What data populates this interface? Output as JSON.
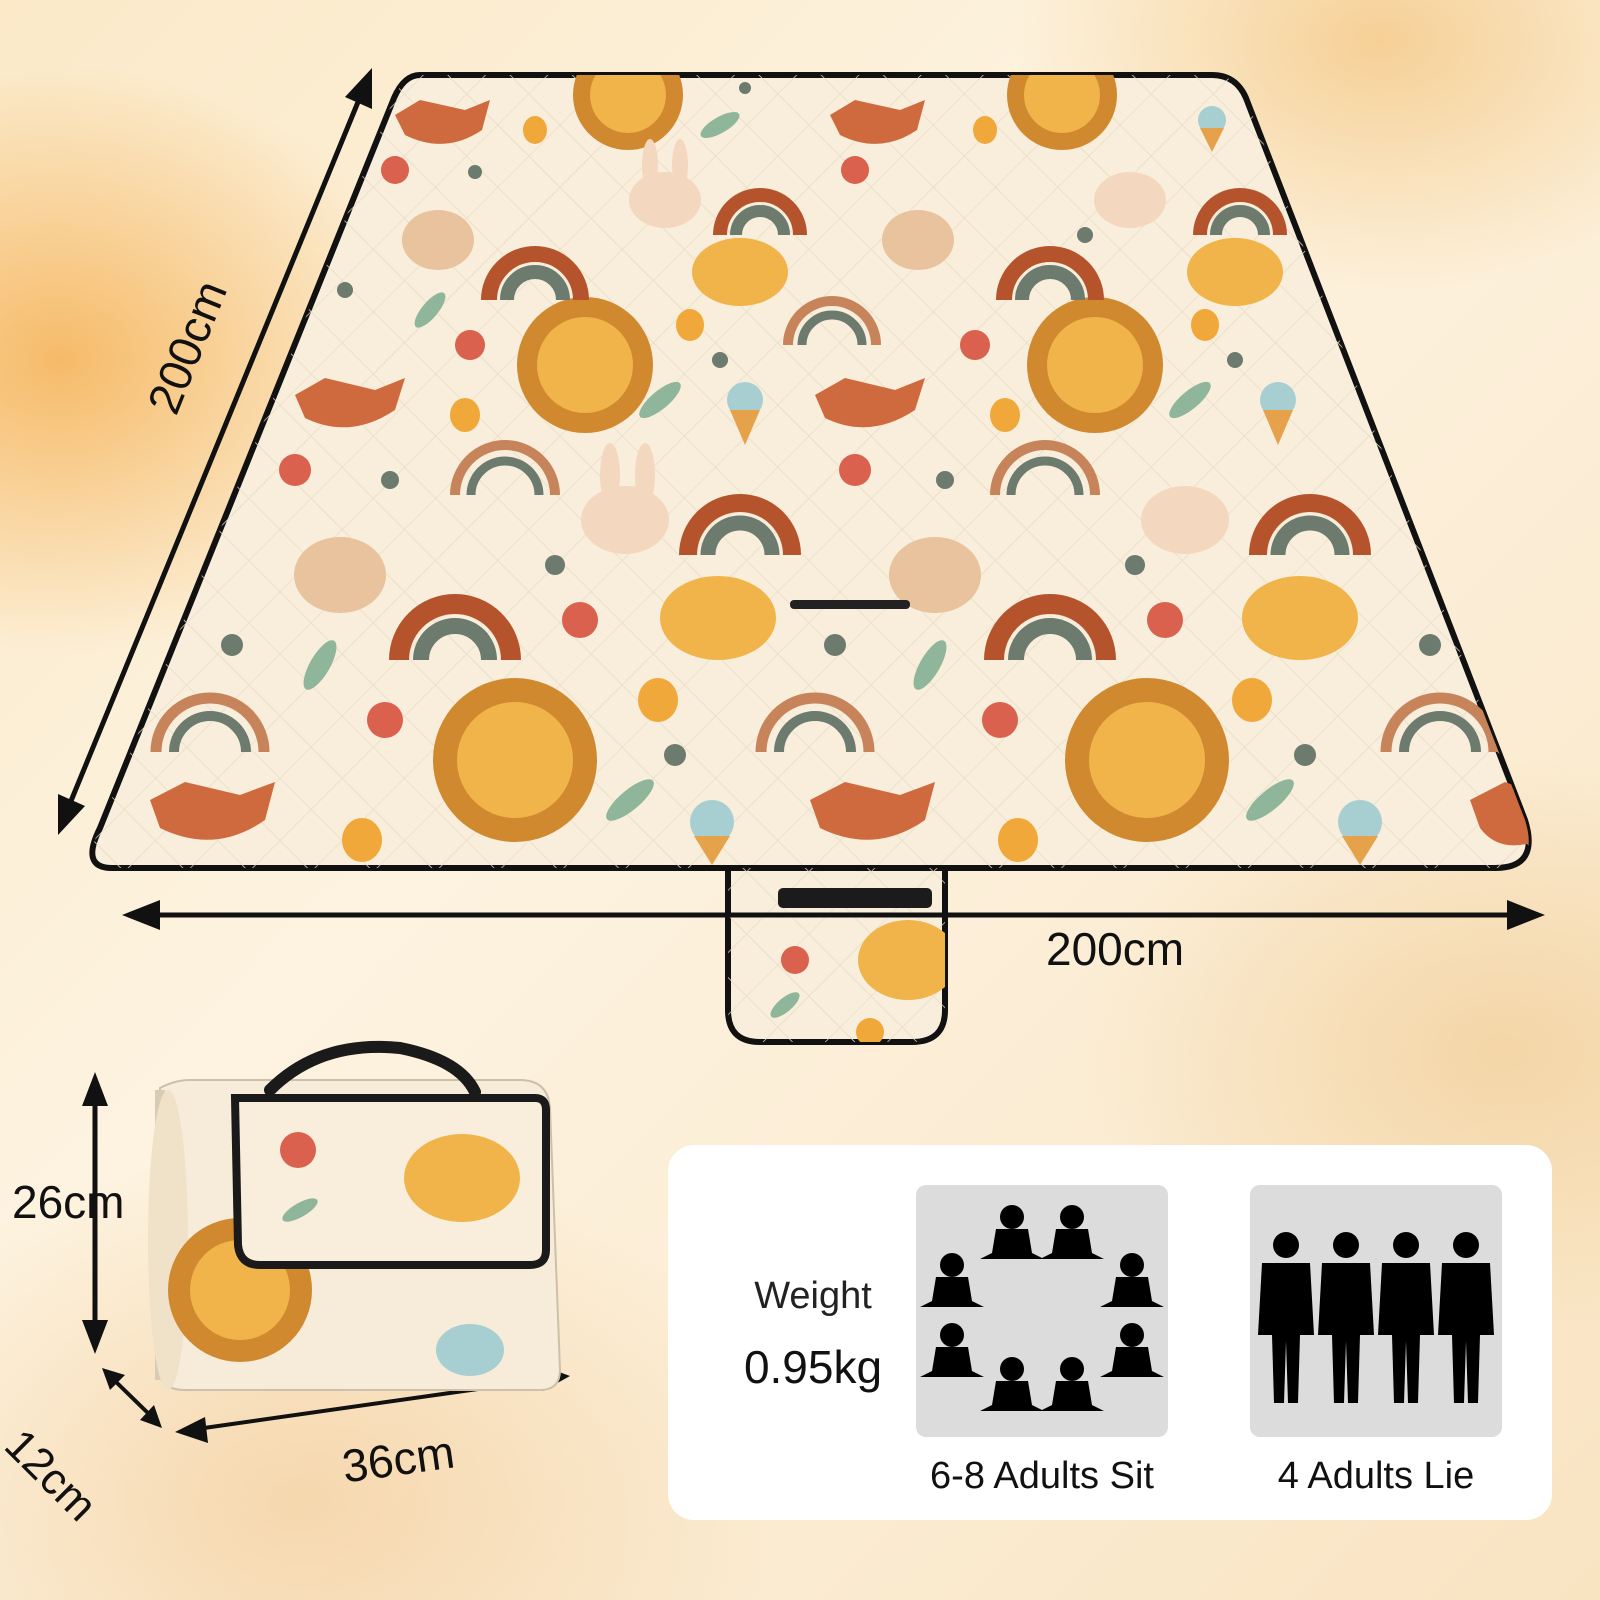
{
  "dimensions": {
    "mat_width": "200cm",
    "mat_length": "200cm",
    "roll_height": "26cm",
    "roll_width": "36cm",
    "roll_depth": "12cm"
  },
  "specs": {
    "weight_label": "Weight",
    "weight_value": "0.95kg"
  },
  "capacity": {
    "sit_caption": "6-8 Adults Sit",
    "lie_caption": "4 Adults Lie"
  },
  "colors": {
    "mat_cream": "#f8eedb",
    "rainbow_rust": "#b5542c",
    "rainbow_sage": "#6d7a6e",
    "lion_gold": "#d99a3a",
    "leaf_green": "#8fb59a",
    "edge_binding": "#111111"
  }
}
